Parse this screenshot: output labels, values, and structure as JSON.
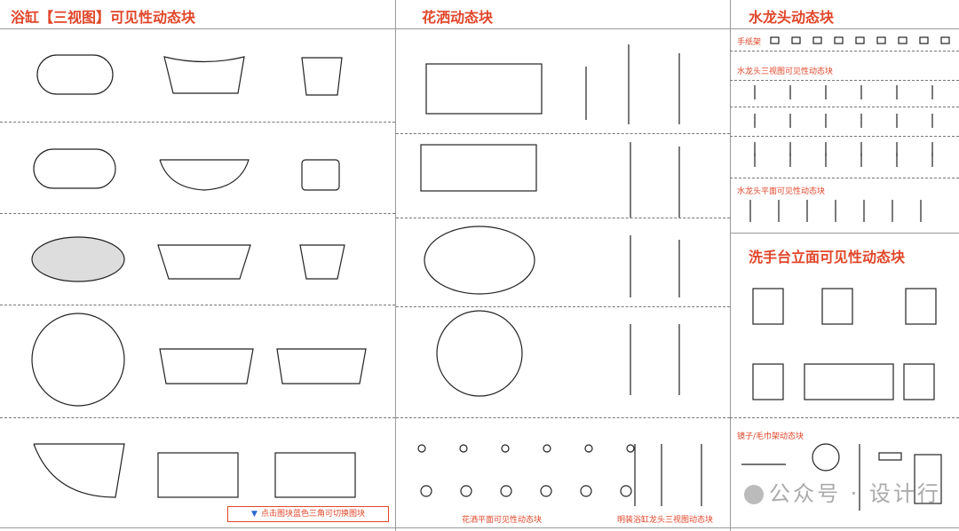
{
  "headers": {
    "bathtub": "浴缸【三视图】可见性动态块",
    "shower": "花洒动态块",
    "faucet": "水龙头动态块",
    "basin": "洗手台立面可见性动态块"
  },
  "labels": {
    "paper_holder": "手纸架",
    "faucet_three_view": "水龙头三视图可见性动态块",
    "faucet_plan": "水龙头平面可见性动态块",
    "mirror_towel": "镜子/毛巾架动态块",
    "shower_plan": "花洒平面可见性动态块",
    "exposed_tub_faucet": "明装浴缸龙头三视图动态块"
  },
  "note": {
    "icon": "triangle-down-icon",
    "text": "点击图块蓝色三角可切换图块"
  },
  "watermark": "公众号 · 设计行"
}
